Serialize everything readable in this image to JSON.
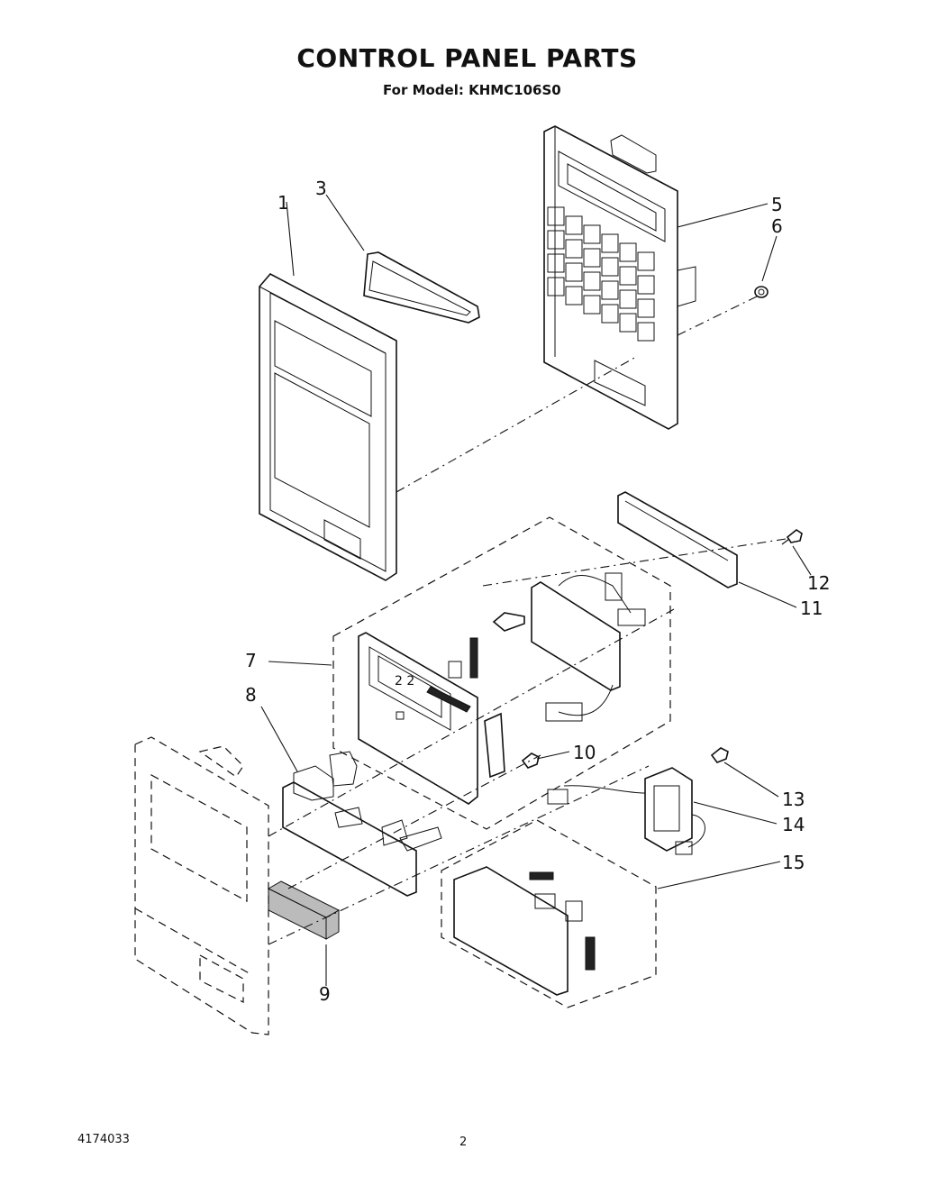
{
  "header": {
    "title": "CONTROL PANEL PARTS",
    "subtitle": "For Model: KHMC106S0"
  },
  "footer": {
    "doc_number": "4174033",
    "page_number": "2"
  },
  "callouts": {
    "c1": "1",
    "c3": "3",
    "c5": "5",
    "c6": "6",
    "c7": "7",
    "c8": "8",
    "c9": "9",
    "c10": "10",
    "c11": "11",
    "c12": "12",
    "c13": "13",
    "c14": "14",
    "c15": "15"
  }
}
